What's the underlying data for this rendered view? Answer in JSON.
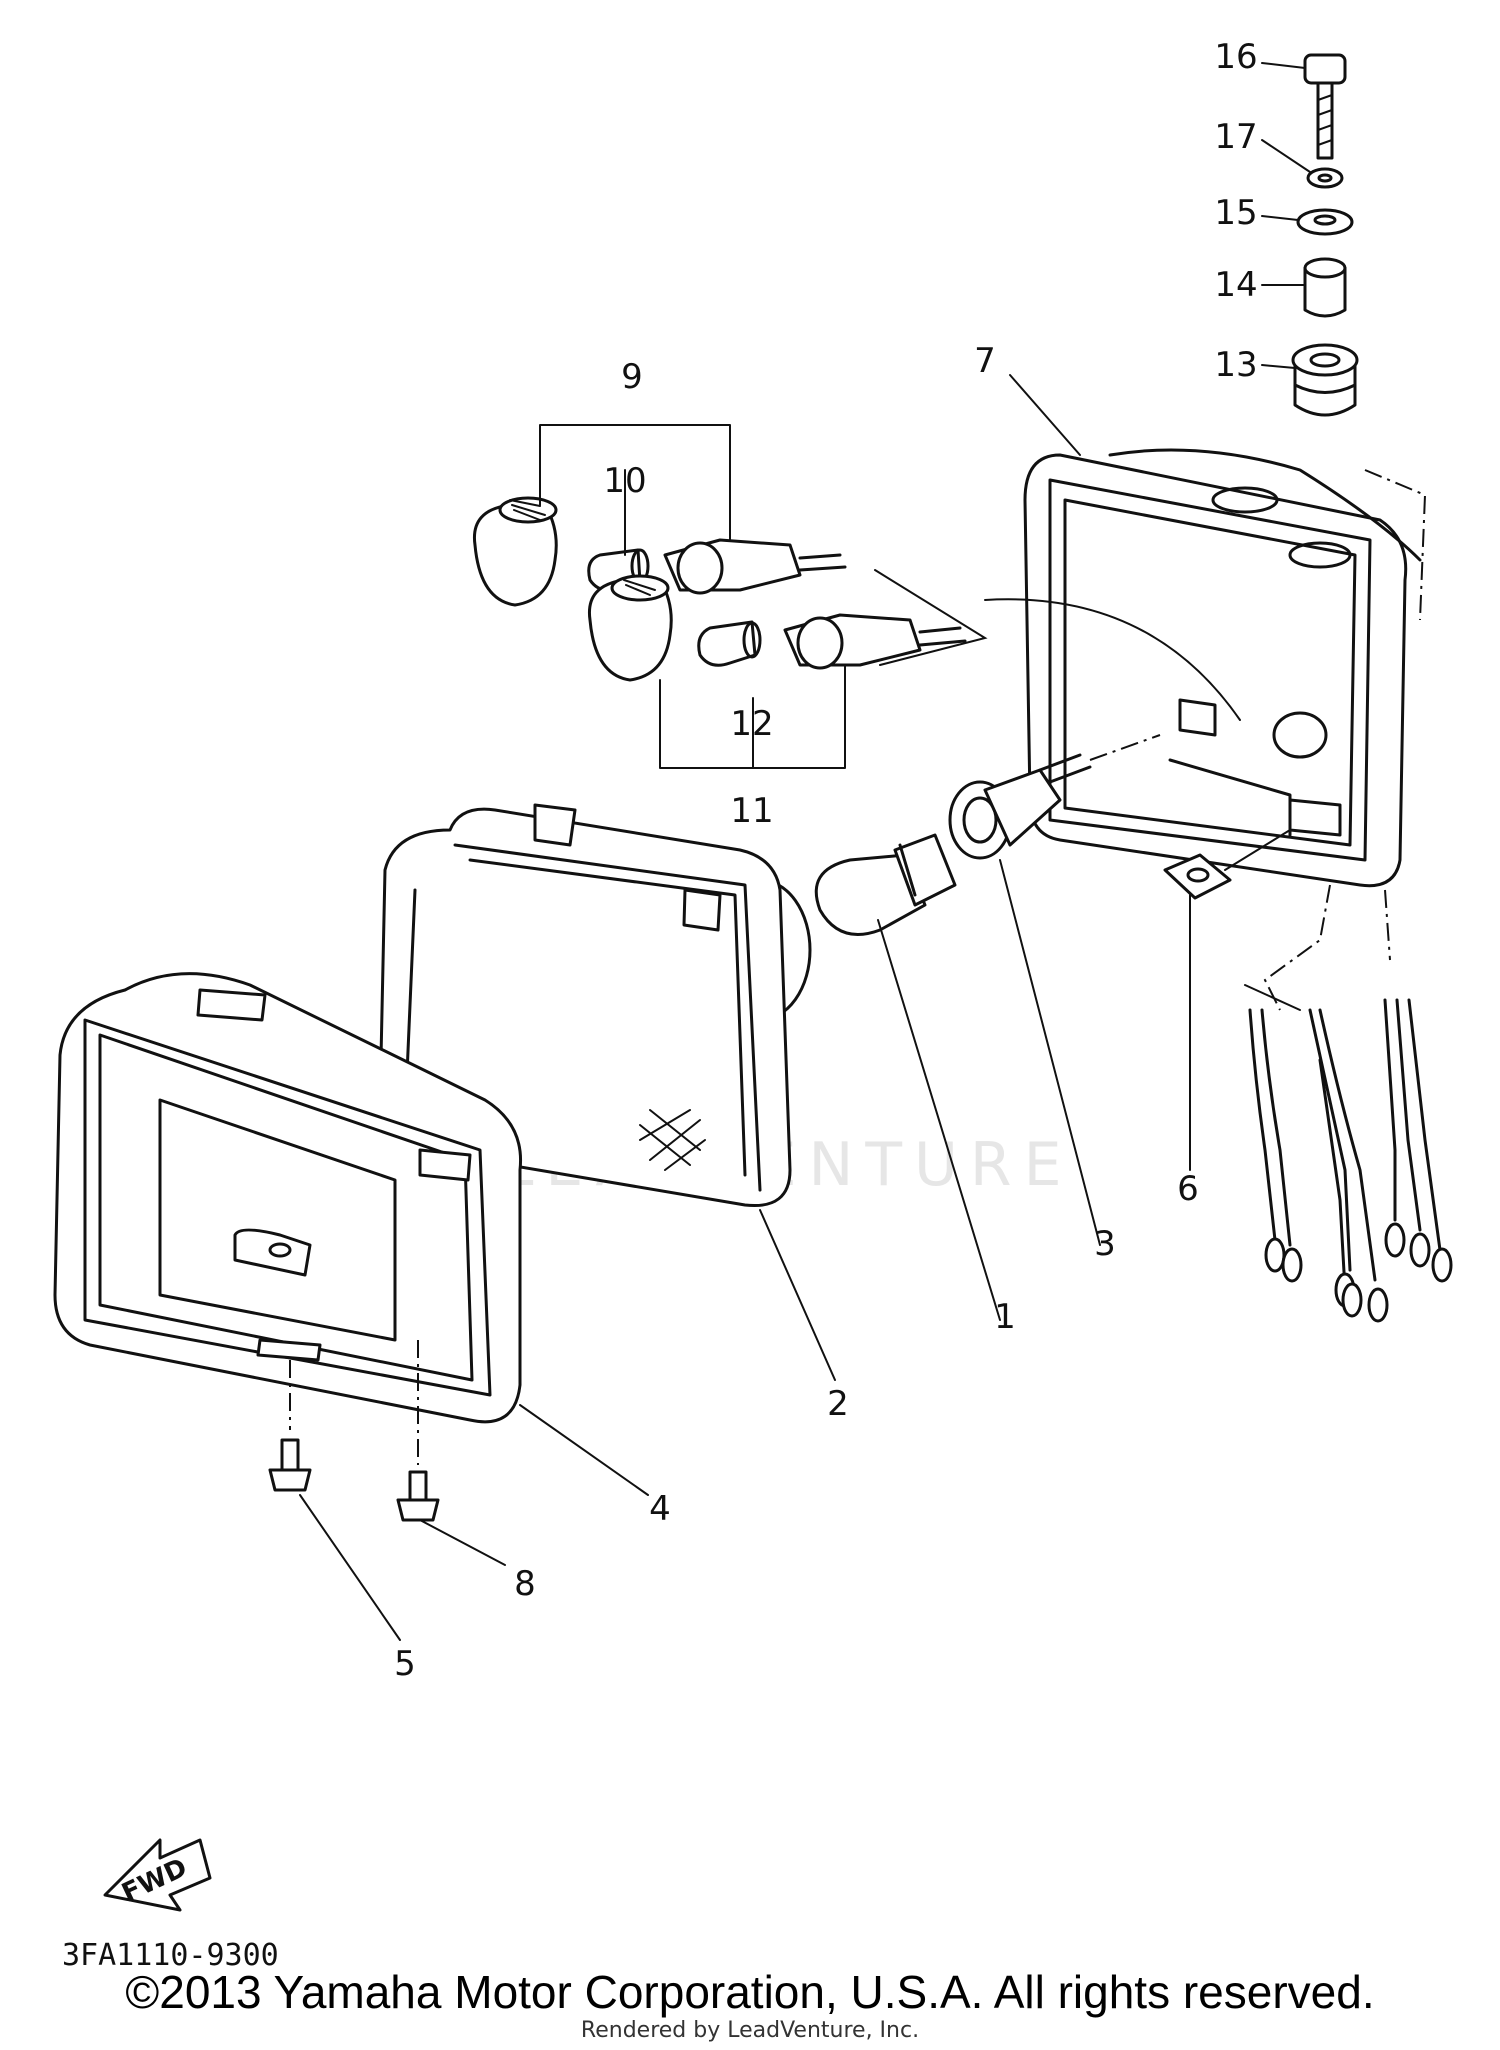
{
  "diagram": {
    "labels": [
      "16",
      "17",
      "15",
      "14",
      "13",
      "7",
      "9",
      "10",
      "12",
      "11",
      "1",
      "3",
      "6",
      "2",
      "4",
      "8",
      "5"
    ],
    "watermark": "LEADVENTURE",
    "fwd_label": "FWD",
    "diagram_code": "3FA1110-9300"
  },
  "footer": {
    "copyright": "©2013 Yamaha Motor Corporation, U.S.A. All rights reserved.",
    "rendered_by": "Rendered by LeadVenture, Inc."
  }
}
